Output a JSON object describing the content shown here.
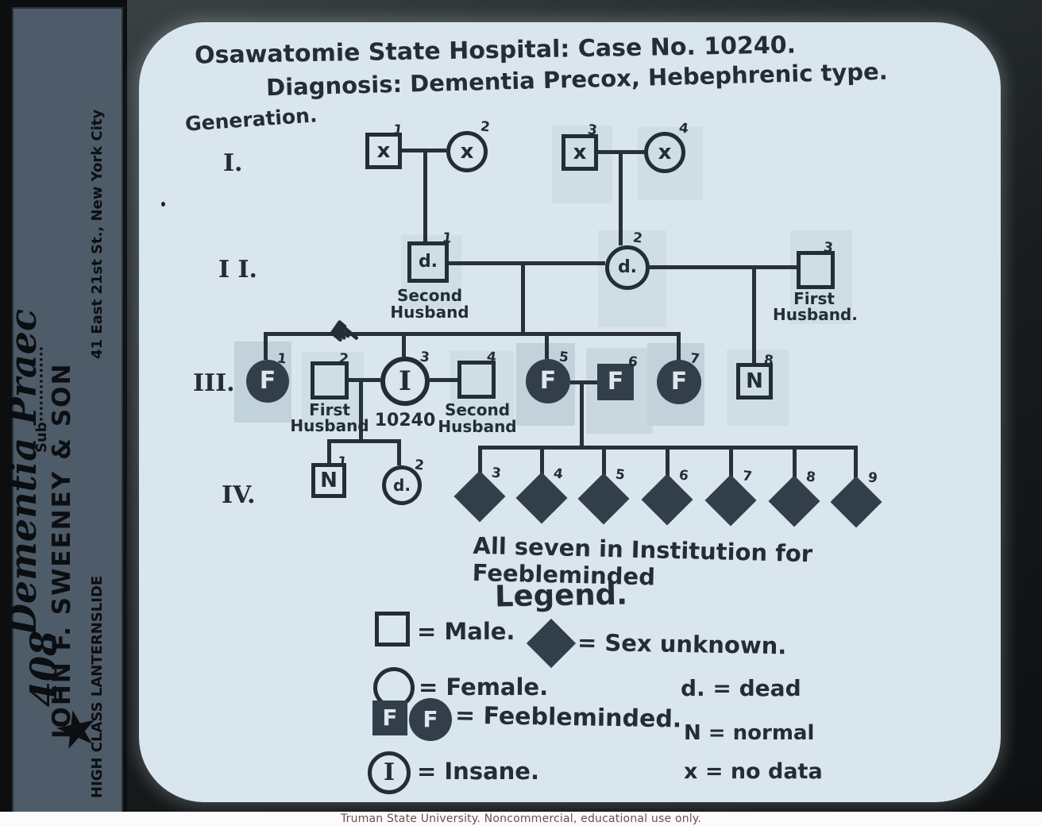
{
  "colors": {
    "ink": "#232d38",
    "fill": "#333e4b",
    "slide_bg": "#d9e6ed",
    "plate_bg": "#4e5b68",
    "caption": "#744d4d"
  },
  "icons": {
    "pointing_hand": "☛",
    "star": "★"
  },
  "strip": {
    "script_text": "Dementia Praec",
    "no_value": "408",
    "sub_field": "Sub··············",
    "company": "JOHN F. SWEENEY & SON",
    "address": "41 East 21st St., New York City",
    "product": "HIGH CLASS LANTERNSLIDE"
  },
  "slide": {
    "title1": "Osawatomie State Hospital:  Case No. 10240.",
    "title2": "Diagnosis: Dementia Precox, Hebephrenic type.",
    "generation_heading": "Generation.",
    "gen1_label": "I.",
    "gen2_label": "I I.",
    "gen3_label": "III.",
    "gen4_label": "IV.",
    "annotation": "All seven in Institution for Feebleminded"
  },
  "pedigree": {
    "g1": {
      "p1": {
        "num": "1",
        "mark": "x"
      },
      "p2": {
        "num": "2",
        "mark": "x"
      },
      "p3": {
        "num": "3",
        "mark": "x"
      },
      "p4": {
        "num": "4",
        "mark": "x"
      }
    },
    "g2": {
      "p1": {
        "num": "1",
        "mark": "d.",
        "line1": "Second",
        "line2": "Husband"
      },
      "p2": {
        "num": "2",
        "mark": "d."
      },
      "p3": {
        "num": "3",
        "line1": "First",
        "line2": "Husband."
      }
    },
    "g3": {
      "p1": {
        "num": "1",
        "mark": "F"
      },
      "p2": {
        "num": "2",
        "line1": "First",
        "line2": "Husband"
      },
      "p3": {
        "num": "3",
        "mark": "I",
        "case_no": "10240"
      },
      "p4": {
        "num": "4",
        "line1": "Second",
        "line2": "Husband"
      },
      "p5": {
        "num": "5",
        "mark": "F"
      },
      "p6": {
        "num": "6",
        "mark": "F"
      },
      "p7": {
        "num": "7",
        "mark": "F"
      },
      "p8": {
        "num": "8",
        "mark": "N"
      }
    },
    "g4": {
      "p1": {
        "num": "1",
        "mark": "N"
      },
      "p2": {
        "num": "2",
        "mark": "d."
      },
      "d3": {
        "num": "3"
      },
      "d4": {
        "num": "4"
      },
      "d5": {
        "num": "5"
      },
      "d6": {
        "num": "6"
      },
      "d7": {
        "num": "7"
      },
      "d8": {
        "num": "8"
      },
      "d9": {
        "num": "9"
      }
    }
  },
  "legend": {
    "title": "Legend.",
    "male": "= Male.",
    "sex_unknown": "= Sex unknown.",
    "female": "= Female.",
    "dead": "d. = dead",
    "feeble_square_mark": "F",
    "feeble_circle_mark": "F",
    "feebleminded": "= Feebleminded.",
    "normal": "N = normal",
    "insane_mark": "I",
    "insane": "= Insane.",
    "no_data": "x = no data"
  },
  "caption": "Truman State University.  Noncommercial, educational use only."
}
